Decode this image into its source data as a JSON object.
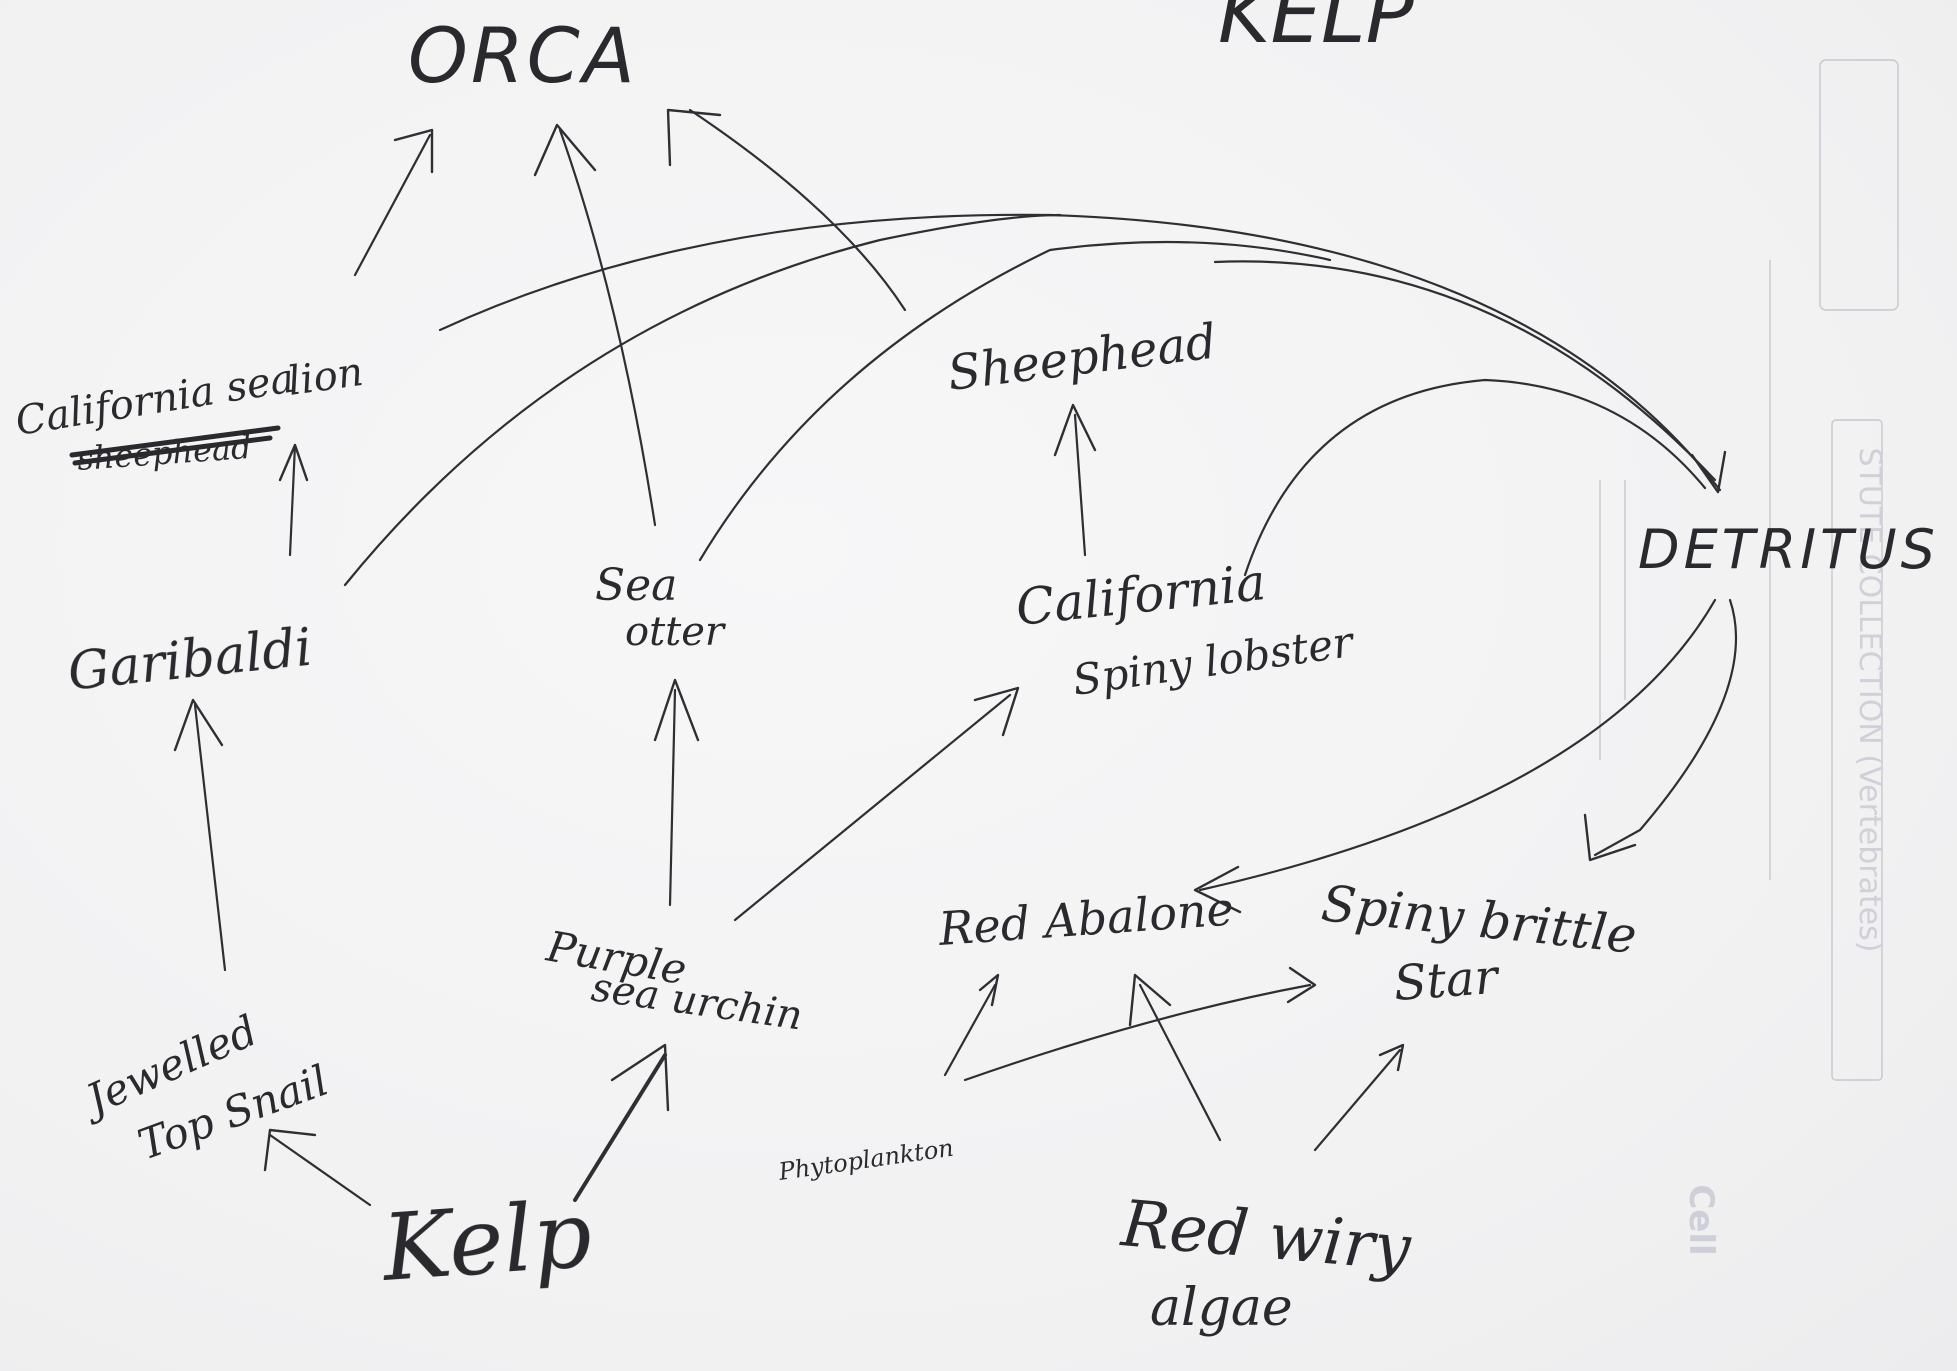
{
  "diagram": {
    "ink_color": "#2f2f33",
    "nodes": {
      "orca": "ORCA",
      "kelp_top": "KELP",
      "sea_lion_line1": "California sea",
      "sea_lion_line2": "lion",
      "sea_lion_struck": "sheephead",
      "garibaldi": "Garibaldi",
      "sea_otter_line1": "Sea",
      "sea_otter_line2": "otter",
      "sheephead": "Sheephead",
      "lobster_line1": "California",
      "lobster_line2": "Spiny lobster",
      "detritus": "DETRITUS",
      "snail_line1": "Jewelled",
      "snail_line2": "Top Snail",
      "urchin_line1": "Purple",
      "urchin_line2": "sea urchin",
      "abalone": "Red Abalone",
      "brittle_line1": "Spiny brittle",
      "brittle_line2": "Star",
      "phytoplankton": "Phytoplankton",
      "kelp": "Kelp",
      "algae_line1": "Red wiry",
      "algae_line2": "algae"
    },
    "bleed_through": {
      "line1": "STUTE COLLECTION (Vertebrates)",
      "line2": "Cell"
    }
  }
}
